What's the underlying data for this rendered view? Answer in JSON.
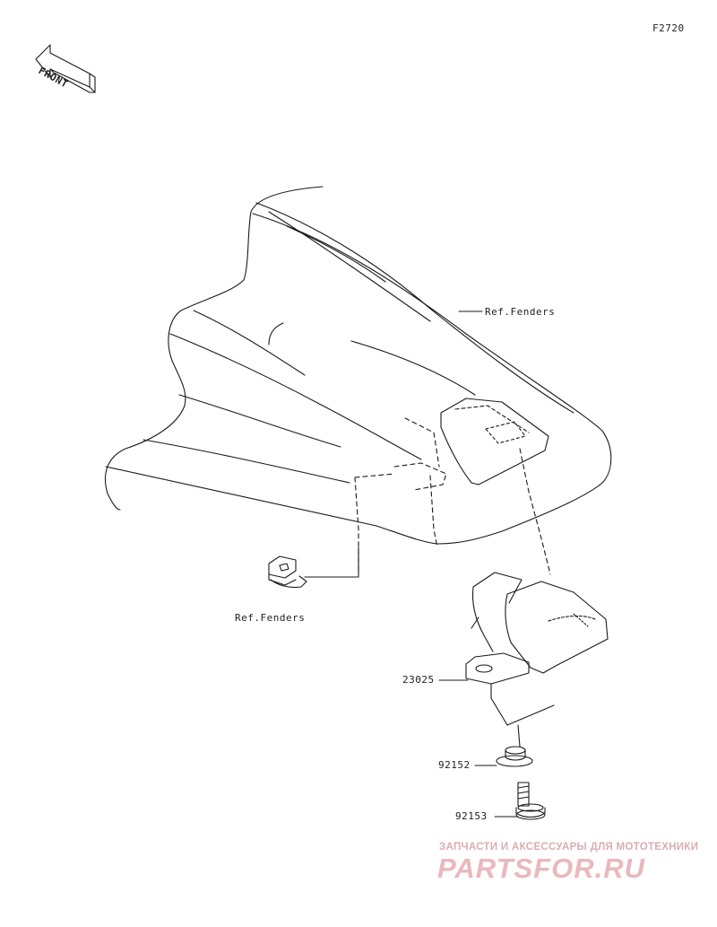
{
  "diagram": {
    "figure_code": "F2720",
    "front_label": "FRONT",
    "labels": {
      "ref_fenders_upper": "Ref.Fenders",
      "ref_fenders_lower": "Ref.Fenders",
      "part_23025": "23025",
      "part_92152": "92152",
      "part_92153": "92153"
    }
  },
  "watermark": {
    "tagline": "ЗАПЧАСТИ И АКСЕССУАРЫ ДЛЯ МОТОТЕХНИКИ",
    "brand": "PARTSFOR.RU",
    "color": "#e8b9bd"
  }
}
